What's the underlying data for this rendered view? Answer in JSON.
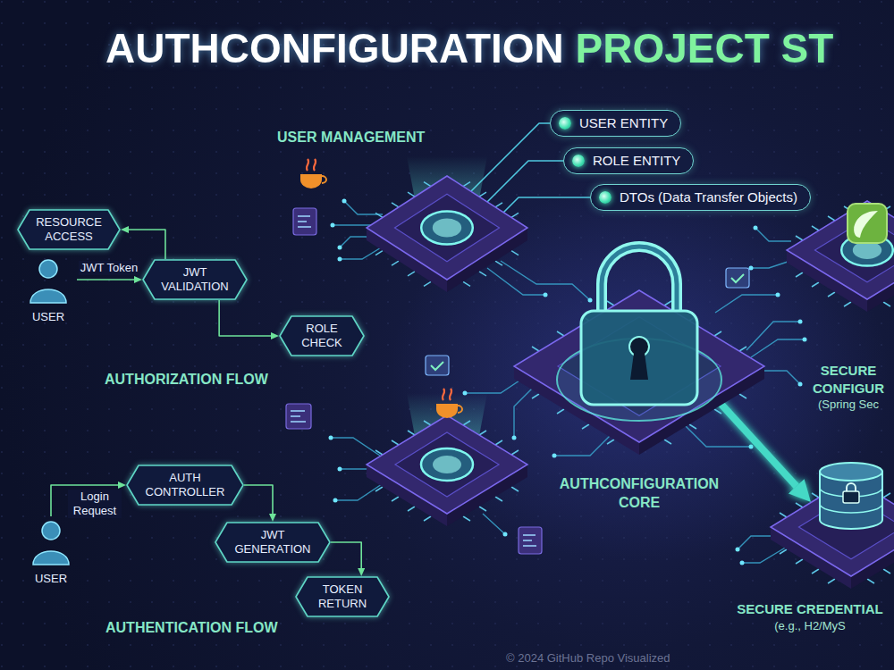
{
  "diagram": {
    "title": "AUTHCONFIGURATION PROJECT ST",
    "nodes": [
      {
        "text": [
          "USER MANAGEMENT"
        ]
      },
      {
        "text": [
          "USER ENTITY"
        ]
      },
      {
        "text": [
          "ROLE ENTITY"
        ]
      },
      {
        "text": [
          "DTOs (Data Transfer Objects)"
        ]
      },
      {
        "text": [
          "RESOURCE ACCESS"
        ]
      },
      {
        "text": [
          "USER"
        ]
      },
      {
        "text": [
          "JWT VALIDATION"
        ]
      },
      {
        "text": [
          "ROLE CHECK"
        ]
      },
      {
        "text": [
          "SECURE CONFIGUR",
          "(Spring Sec"
        ]
      },
      {
        "text": [
          "AUTHCONFIGURATION CORE"
        ]
      },
      {
        "text": [
          "AUTH CONTROLLER"
        ]
      },
      {
        "text": [
          "USER"
        ]
      },
      {
        "text": [
          "JWT GENERATION"
        ]
      },
      {
        "text": [
          "TOKEN RETURN"
        ]
      },
      {
        "text": [
          "SECURE CREDENTIAL",
          "(e.g., H2/MyS"
        ]
      }
    ],
    "edges": [
      {
        "from": 0,
        "to": 1,
        "arrow": "none"
      },
      {
        "from": 0,
        "to": 2,
        "arrow": "none"
      },
      {
        "from": 0,
        "to": 3,
        "arrow": "none"
      },
      {
        "from": 5,
        "to": 6,
        "label": "JWT Token",
        "arrow": "to"
      },
      {
        "from": 6,
        "to": 4,
        "arrow": "to"
      },
      {
        "from": 6,
        "to": 7,
        "arrow": "to"
      },
      {
        "from": 11,
        "to": 10,
        "label": "Login Request",
        "arrow": "to"
      },
      {
        "from": 10,
        "to": 12,
        "arrow": "to"
      },
      {
        "from": 12,
        "to": 13,
        "arrow": "to"
      },
      {
        "from": 9,
        "to": 14,
        "arrow": "to"
      }
    ],
    "labels": [
      "AUTHORIZATION FLOW",
      "AUTHENTICATION FLOW",
      "© 2024 GitHub Repo Visualized"
    ]
  }
}
